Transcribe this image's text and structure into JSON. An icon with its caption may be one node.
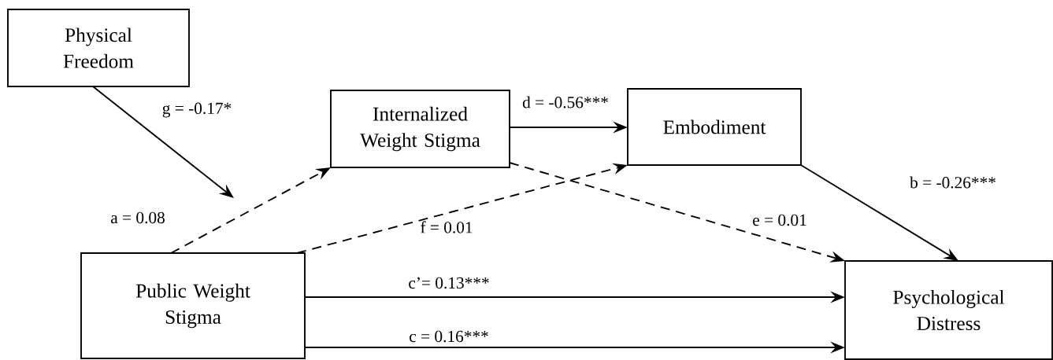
{
  "diagram": {
    "nodes": [
      {
        "text": [
          "Physical Freedom"
        ]
      },
      {
        "text": [
          "Internalized Weight Stigma"
        ]
      },
      {
        "text": [
          "Embodiment"
        ]
      },
      {
        "text": [
          "Public Weight Stigma"
        ]
      },
      {
        "text": [
          "Psychological Distress"
        ]
      }
    ],
    "edges": [
      {
        "from": 0,
        "to": null,
        "arrow": "to",
        "label": "g = -0.17*"
      },
      {
        "from": 3,
        "to": 1,
        "arrow": "to",
        "style": "dashed",
        "label": "a = 0.08"
      },
      {
        "from": 1,
        "to": 2,
        "arrow": "to",
        "label": "d = -0.56***"
      },
      {
        "from": 3,
        "to": 2,
        "arrow": "to",
        "style": "dashed",
        "label": "f = 0.01"
      },
      {
        "from": 1,
        "to": 4,
        "arrow": "to",
        "style": "dashed",
        "label": "e = 0.01"
      },
      {
        "from": 2,
        "to": 4,
        "arrow": "to",
        "label": "b = -0.26***"
      },
      {
        "from": 3,
        "to": 4,
        "arrow": "to",
        "label": "c’= 0.13***"
      },
      {
        "from": 3,
        "to": 4,
        "arrow": "to",
        "label": "c = 0.16***"
      }
    ]
  }
}
